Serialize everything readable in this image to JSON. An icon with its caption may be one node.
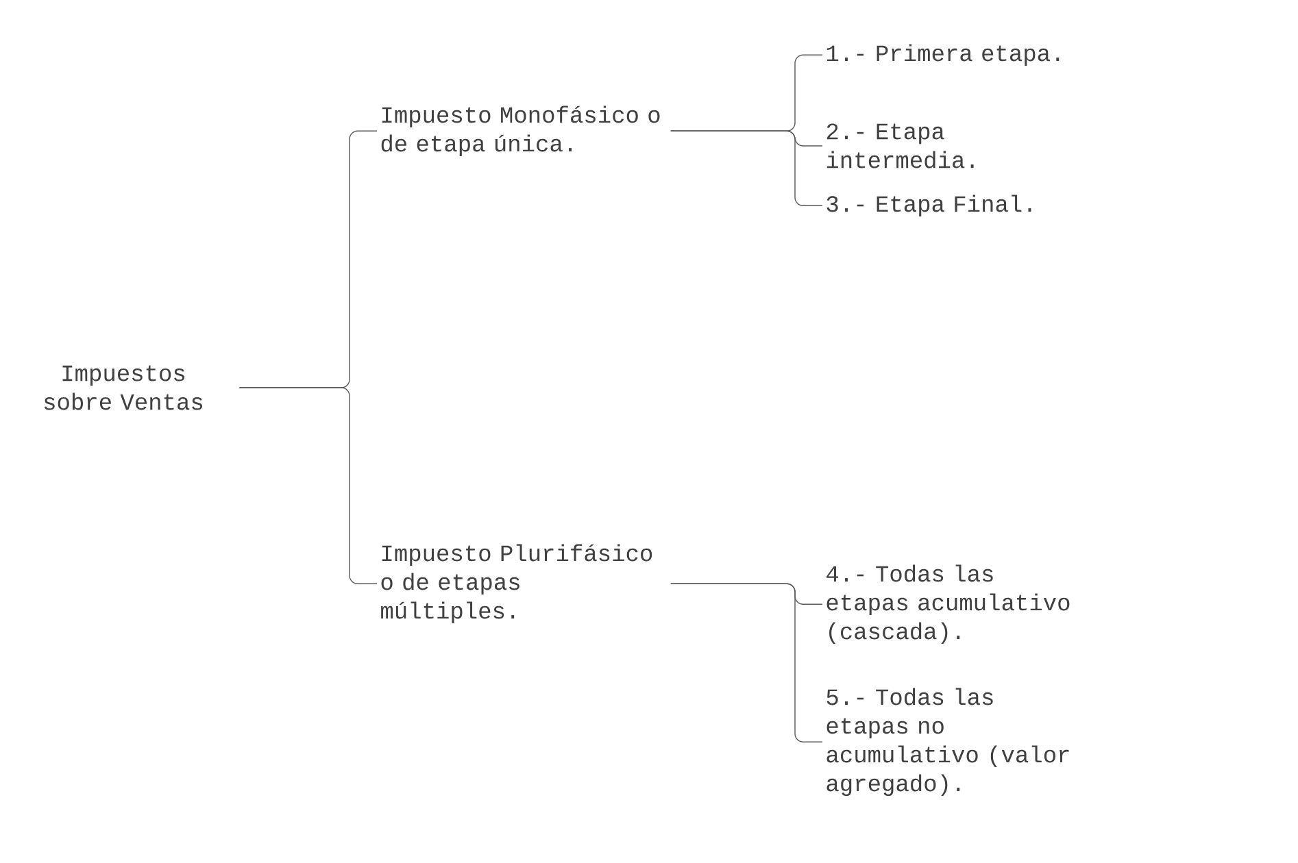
{
  "diagram": {
    "nodes": [
      {
        "text": [
          "Impuestos sobre Ventas"
        ]
      },
      {
        "text": [
          "Impuesto Monofásico o de etapa única."
        ]
      },
      {
        "text": [
          "Impuesto Plurifásico o de etapas múltiples."
        ]
      },
      {
        "text": [
          "1.- Primera etapa."
        ]
      },
      {
        "text": [
          "2.- Etapa intermedia."
        ]
      },
      {
        "text": [
          "3.- Etapa Final."
        ]
      },
      {
        "text": [
          "4.- Todas las etapas acumulativo (cascada)."
        ]
      },
      {
        "text": [
          "5.- Todas las etapas no acumulativo (valor agregado)."
        ]
      }
    ],
    "edges": [
      {
        "from": 0,
        "to": 1,
        "arrow": "none"
      },
      {
        "from": 0,
        "to": 2,
        "arrow": "none"
      },
      {
        "from": 1,
        "to": 3,
        "arrow": "none"
      },
      {
        "from": 1,
        "to": 4,
        "arrow": "none"
      },
      {
        "from": 1,
        "to": 5,
        "arrow": "none"
      },
      {
        "from": 2,
        "to": 6,
        "arrow": "none"
      },
      {
        "from": 2,
        "to": 7,
        "arrow": "none"
      }
    ]
  }
}
